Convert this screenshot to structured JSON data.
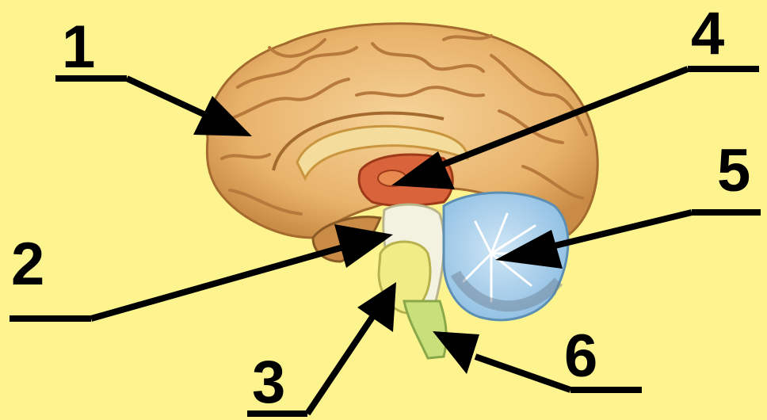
{
  "labels": [
    {
      "id": 1,
      "text": "1"
    },
    {
      "id": 2,
      "text": "2"
    },
    {
      "id": 3,
      "text": "3"
    },
    {
      "id": 4,
      "text": "4"
    },
    {
      "id": 5,
      "text": "5"
    },
    {
      "id": 6,
      "text": "6"
    }
  ],
  "colors": {
    "background": "#fdf48f",
    "cerebrum": "#e8b26a",
    "cerebrum_folds": "#b77a3c",
    "thalamus": "#d9633a",
    "brainstem": "#f3ec9a",
    "cerebellum": "#9cc8e6",
    "medulla": "#c8df7a",
    "lines": "#000000"
  }
}
